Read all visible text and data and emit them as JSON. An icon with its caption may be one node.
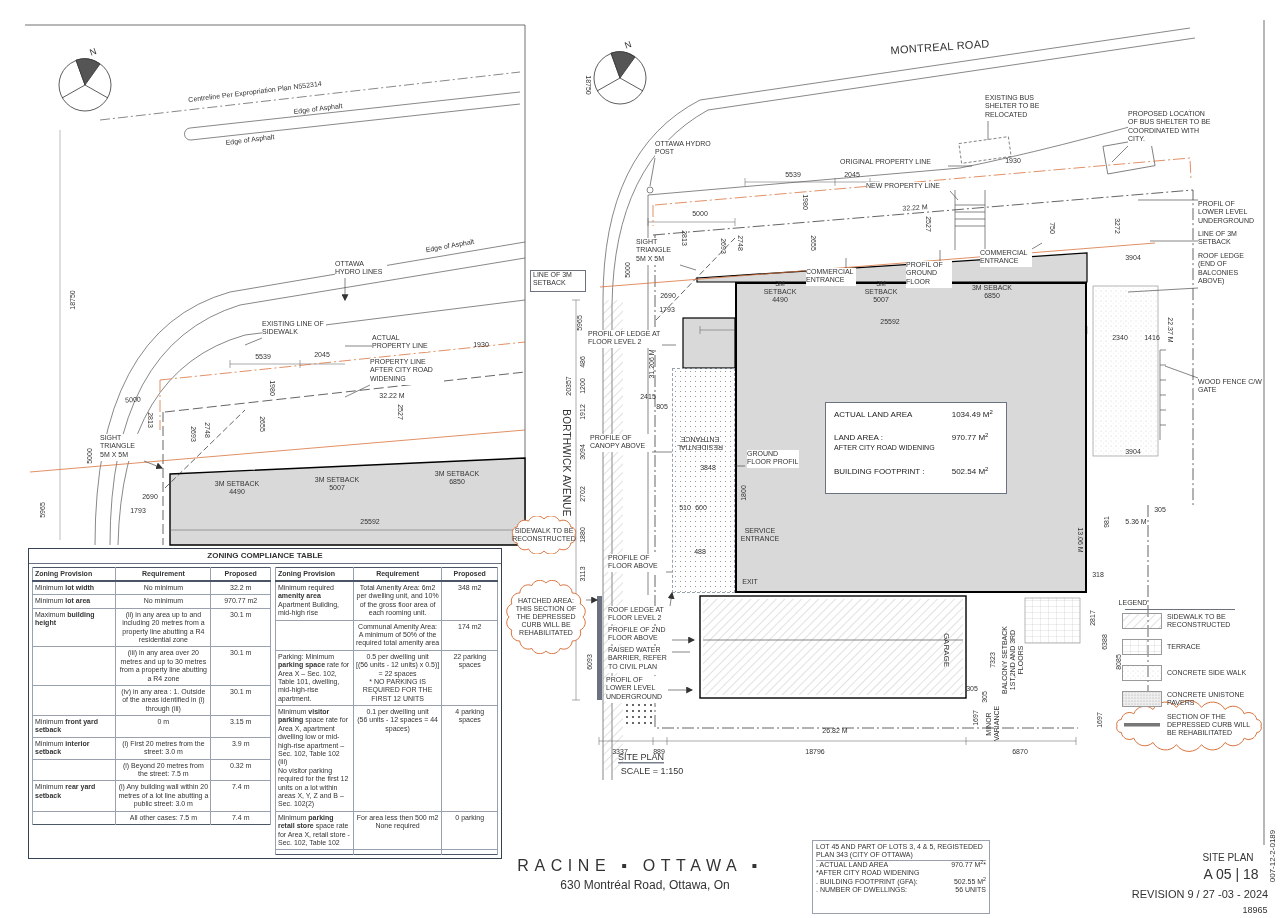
{
  "diagram": {
    "nodes": [
      {
        "text": [],
        "shape": "box"
      },
      {
        "text": [
          "ACTUAL LAND AREA",
          "1034.49 M$^{2}$",
          "LAND AREA :",
          "AFTER CITY ROAD WIDENING",
          "970.77 M$^{2}$",
          "BUILDING FOOTPRINT :",
          "502.54 M$^{2}$"
        ],
        "in": 0
      },
      {
        "text": [
          "OTTAWA HYDRO POST"
        ]
      },
      {
        "text": [
          "EXISTING BUS SHELTER TO BE RELOCATED"
        ]
      },
      {
        "text": [
          "PROPOSED LOCATION OF BUS SHELTER TO BE COORDINATED WITH CITY."
        ]
      },
      {
        "text": [
          "ORIGINAL PROPERTY LINE"
        ]
      },
      {
        "text": [
          "NEW PROPERTY LINE"
        ]
      },
      {
        "text": [
          "PROFIL OF LOWER LEVEL UNDERGROUND"
        ]
      },
      {
        "text": [
          "LINE OF 3M SETBACK"
        ]
      },
      {
        "text": [
          "ROOF LEDGE (END OF BALCONIES ABOVE)"
        ]
      },
      {
        "text": [
          "WOOD FENCE C/W GATE"
        ]
      },
      {
        "text": [
          "LINE OF 3M SETBACK"
        ]
      },
      {
        "text": [
          "SIGHT TRIANGLE 5M X 5M"
        ]
      },
      {
        "text": [
          "COMMERCIAL ENTRANCE"
        ]
      },
      {
        "text": [
          "PROFIL OF GROUND FLOOR"
        ]
      },
      {
        "text": [
          "COMMERCIAL ENTRANCE"
        ]
      },
      {
        "text": [
          "PROFIL OF LEDGE AT FLOOR LEVEL 2"
        ]
      },
      {
        "text": [
          "PROFILE OF CANOPY ABOVE"
        ]
      },
      {
        "text": [
          "GROUND FLOOR PROFIL"
        ],
        "in": 0
      },
      {
        "text": [
          "SIDEWALK TO BE RECONSTRUCTED"
        ]
      },
      {
        "text": [
          "PROFILE OF FLOOR ABOVE"
        ]
      },
      {
        "text": [
          "HATCHED AREA: THIS SECTION OF THE DEPRESSED CURB WILL BE REHABILITATED"
        ]
      },
      {
        "text": [
          "ROOF LEDGE AT FLOOR LEVEL 2"
        ]
      },
      {
        "text": [
          "PROFILE OF 2ND FLOOR ABOVE"
        ]
      },
      {
        "text": [
          "RAISED WATER BARRIER, REFER TO CIVIL PLAN"
        ]
      },
      {
        "text": [
          "PROFIL OF LOWER LEVEL UNDERGROUND"
        ]
      },
      {
        "text": [
          "OTTAWA HYDRO LINES"
        ]
      },
      {
        "text": [
          "EXISTING LINE OF SIDEWALK"
        ]
      },
      {
        "text": [
          "ACTUAL PROPERTY LINE"
        ]
      },
      {
        "text": [
          "PROPERTY LINE AFTER CITY ROAD WIDENING"
        ]
      },
      {
        "text": [
          "SIGHT TRIANGLE 5M X 5M"
        ]
      },
      {
        "text": [
          "LOT 45 AND PART OF LOTS 3, 4 & 5, REGISTEDED PLAN 343 (CITY OF OTTAWA)",
          ". ACTUAL LAND AREA",
          "970.77 M$^{2}$*",
          "*AFTER CITY ROAD WIDENING",
          ". BUILDING FOOTPRINT (GFA):",
          "502.55 M$^{2}$",
          ". NUMBER OF DWELLINGS:",
          "56 UNITS"
        ]
      },
      {
        "text": [],
        "shape": "box"
      },
      {
        "text": [],
        "shape": "bar"
      }
    ],
    "edges": [
      {
        "from": 2,
        "to": null,
        "arrow": "none"
      },
      {
        "from": 3,
        "to": null,
        "arrow": "none"
      },
      {
        "from": 4,
        "to": null,
        "arrow": "none"
      },
      {
        "from": 5,
        "to": null,
        "arrow": "none"
      },
      {
        "from": 6,
        "to": null,
        "arrow": "none"
      },
      {
        "from": 7,
        "to": null,
        "arrow": "none"
      },
      {
        "from": 8,
        "to": null,
        "arrow": "none"
      },
      {
        "from": 9,
        "to": null,
        "arrow": "none"
      },
      {
        "from": 10,
        "to": null,
        "arrow": "none"
      },
      {
        "from": 12,
        "to": null,
        "arrow": "none"
      },
      {
        "from": 13,
        "to": null,
        "arrow": "none"
      },
      {
        "from": 14,
        "to": null,
        "arrow": "none"
      },
      {
        "from": 15,
        "to": null,
        "arrow": "none"
      },
      {
        "from": 16,
        "to": null,
        "arrow": "none"
      },
      {
        "from": 17,
        "to": 32,
        "arrow": "none"
      },
      {
        "from": 18,
        "to": 32,
        "arrow": "none"
      },
      {
        "from": 20,
        "to": 32,
        "arrow": "none"
      },
      {
        "from": 21,
        "to": 33,
        "arrow": "to"
      },
      {
        "from": 22,
        "to": 32,
        "arrow": "to"
      },
      {
        "from": 23,
        "to": null,
        "arrow": "to"
      },
      {
        "from": 24,
        "to": null,
        "arrow": "none"
      },
      {
        "from": 25,
        "to": null,
        "arrow": "to"
      },
      {
        "from": 26,
        "to": null,
        "arrow": "to"
      },
      {
        "from": 27,
        "to": null,
        "arrow": "none"
      },
      {
        "from": 28,
        "to": null,
        "arrow": "none"
      },
      {
        "from": 29,
        "to": null,
        "arrow": "none"
      },
      {
        "from": 30,
        "to": null,
        "arrow": "to"
      }
    ],
    "labels": [
      "Centreline Per Expropriation Plan N552314",
      "Edge of Asphalt",
      "Edge of Asphalt",
      "18750",
      "Edge of Asphalt",
      "5539",
      "2045",
      "1930",
      "1980",
      "32.22 M",
      "5000",
      "2655",
      "2527",
      "2813",
      "2693",
      "2748",
      "5000",
      "2690",
      "3M SETBACK 4490",
      "3M SETBACK 5007",
      "3M SETBACK 6850",
      "1793",
      "25592",
      "5965",
      "MONTREAL ROAD",
      "18750",
      "1930",
      "5539",
      "2045",
      "1980",
      "32.22 M",
      "5000",
      "2527",
      "750",
      "3272",
      "2813",
      "2693",
      "2748",
      "2655",
      "3904",
      "5000",
      "2690",
      "3M SETBACK 4490",
      "3M SETBACK 5007",
      "3M SEBACK 6850",
      "1793",
      "5965",
      "25592",
      "22.37 M",
      "2340",
      "1416",
      "31.206 M",
      "1200",
      "486",
      "2415",
      "805",
      "1912",
      "20357",
      "BORTHWICK AVENUE",
      "3094",
      "RESIDENTIAL ENTRANCE",
      "3848",
      "1800",
      "3904",
      "2702",
      "510",
      "600",
      "305",
      "981",
      "5.36 M",
      "1880",
      "SERVICE ENTRANCE",
      "13.06 M",
      "488",
      "3113",
      "EXIT",
      "318",
      "6093",
      "GARAGE",
      "7323",
      "BALCONY SETBACK 1ST,2ND AND 3RD FLOORS",
      "2817",
      "6388",
      "8085",
      "305",
      "305",
      "1697",
      "MINOR VARIANCE",
      "1697",
      "26.82 M",
      "3337",
      "889",
      "18796",
      "6870",
      "SITE PLAN",
      "SCALE = 1:150",
      "LEGEND",
      "RACINE ▪ OTTAWA ▪",
      "630 Montréal Road, Ottawa, On",
      "SITE PLAN",
      "A 05 | 18",
      "REVISION 9 / 27 -03 - 2024",
      "007-12-2-0189",
      "18965",
      "ZONING COMPLIANCE TABLE",
      "Zoning Provision",
      "Requirement",
      "Proposed",
      "Minimum **lot width**",
      "No minimum",
      "32.2 m",
      "Minimum **lot area**",
      "No minimum",
      "970.77 m2",
      "Maximum **building height**",
      "(ii) in any area up to and including 20 metres from a property line abutting a R4 residential zone",
      "30.1 m",
      "(iii) in any area over 20 metres and up to 30 metres from a property line abutting a R4 zone",
      "30.1 m",
      "(iv) in any area : 1. Outside of the areas identified in (i) through (iii)",
      "30.1 m",
      "Minimum **front yard setback**",
      "0 m",
      "3.15 m",
      "Minimum **interior setback**",
      "(i) First 20 metres from the street: 3.0 m",
      "3.9 m",
      "(i) Beyond 20 metres from the street: 7.5 m",
      "0.32 m",
      "Minimum **rear yard setback**",
      "(i) Any building wall within 20 metres of a lot line abutting a public street: 3.0 m",
      "7.4 m",
      "All other cases: 7.5 m",
      "7.4 m",
      "Zoning Provision",
      "Requirement",
      "Proposed",
      "Minimum required **amenity area** Apartment Building, mid-high rise",
      "Total Amenity Area: 6m2 per dwelling unit, and 10% of the gross floor area of each rooming unit.",
      "348 m2",
      "Communal Amenity Area: A minimum of 50% of the required total amenity area",
      "174 m2",
      "Parking: Minimum **parking space** rate for Area X – Sec. 102, Table 101, dwelling, mid-high-rise apartment.",
      "0.5 per dwelling unit",
      "[(56 units - 12 units) x 0.5)] = 22 spaces",
      "22 parking spaces",
      "* NO PARKING IS REQUIRED FOR THE FIRST 12 UNITS",
      "Minimum **visitor parking** space rate for Area X, apartment dwelling low or mid-high-rise apartment – Sec. 102, Table 102 (iii)",
      "No visitor parking required for the first 12 units on a lot within areas X, Y, Z and B – Sec. 102(2)",
      "0.1 per dwelling unit",
      "(56 units - 12 spaces = 44 spaces)",
      "4 parking spaces",
      "Minimum **parking retail store** space rate for Area X, retail store - Sec. 102, Table 102",
      "For area less then 500 m2 None required",
      "0 parking",
      "N",
      "N"
    ],
    "legend": [
      {
        "text": "SIDEWALK TO BE RECONSTRUCTED"
      },
      {
        "text": "TERRACE"
      },
      {
        "text": "CONCRETE SIDE WALK"
      },
      {
        "text": "CONCRETE UNISTONE PAVERS"
      },
      {
        "text": "SECTION OF THE DEPRESSED CURB WILL BE REHABILITATED"
      }
    ]
  }
}
